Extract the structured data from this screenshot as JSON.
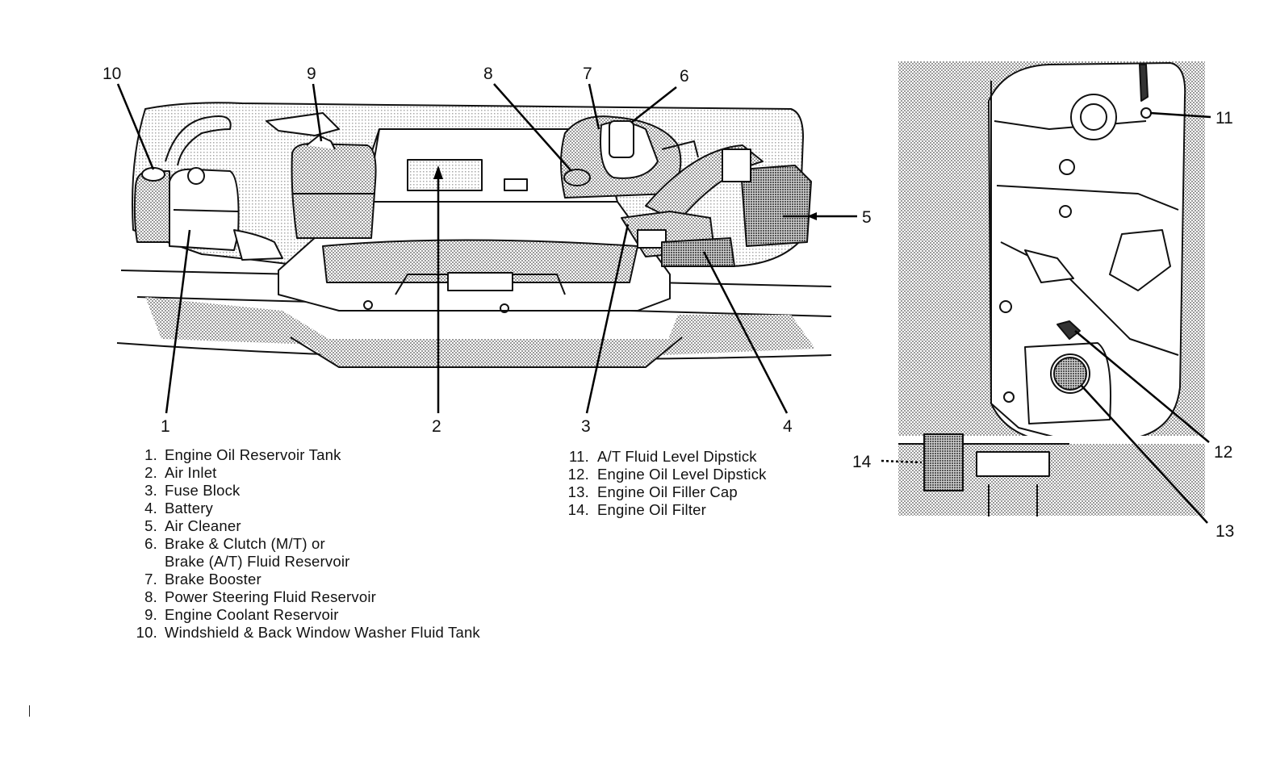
{
  "callouts": {
    "c1": "1",
    "c2": "2",
    "c3": "3",
    "c4": "4",
    "c5": "5",
    "c6": "6",
    "c7": "7",
    "c8": "8",
    "c9": "9",
    "c10": "10",
    "c11": "11",
    "c12": "12",
    "c13": "13",
    "c14": "14"
  },
  "legend_left": [
    {
      "num": "1.",
      "label": "Engine Oil Reservoir Tank"
    },
    {
      "num": "2.",
      "label": "Air Inlet"
    },
    {
      "num": "3.",
      "label": "Fuse Block"
    },
    {
      "num": "4.",
      "label": "Battery"
    },
    {
      "num": "5.",
      "label": "Air Cleaner"
    },
    {
      "num": "6.",
      "label": "Brake & Clutch (M/T) or",
      "cont": "Brake (A/T) Fluid Reservoir"
    },
    {
      "num": "7.",
      "label": "Brake Booster"
    },
    {
      "num": "8.",
      "label": "Power Steering Fluid Reservoir"
    },
    {
      "num": "9.",
      "label": "Engine Coolant Reservoir"
    },
    {
      "num": "10.",
      "label": "Windshield & Back Window Washer Fluid Tank"
    }
  ],
  "legend_right": [
    {
      "num": "11.",
      "label": "A/T Fluid Level Dipstick"
    },
    {
      "num": "12.",
      "label": "Engine Oil Level Dipstick"
    },
    {
      "num": "13.",
      "label": "Engine Oil Filler Cap"
    },
    {
      "num": "14.",
      "label": "Engine Oil Filter"
    }
  ]
}
